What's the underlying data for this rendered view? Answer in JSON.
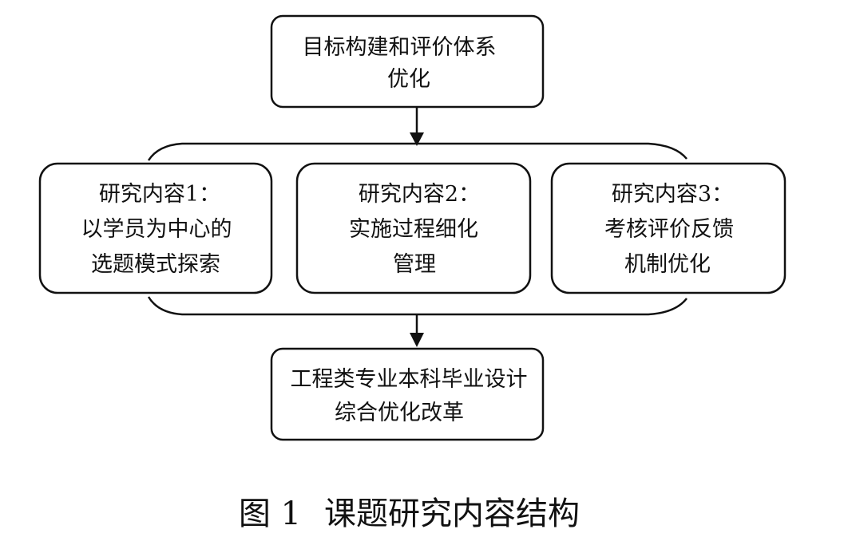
{
  "diagram": {
    "top_box": {
      "lines": [
        "目标构建和评价体系",
        "优化"
      ]
    },
    "middle_boxes": [
      {
        "lines": [
          "研究内容1：",
          "以学员为中心的",
          "选题模式探索"
        ]
      },
      {
        "lines": [
          "研究内容2：",
          "实施过程细化",
          "管理"
        ]
      },
      {
        "lines": [
          "研究内容3：",
          "考核评价反馈",
          "机制优化"
        ]
      }
    ],
    "bottom_box": {
      "lines": [
        "工程类专业本科毕业设计",
        "综合优化改革"
      ]
    }
  },
  "caption": {
    "figure_label": "图 1",
    "title": "课题研究内容结构"
  }
}
